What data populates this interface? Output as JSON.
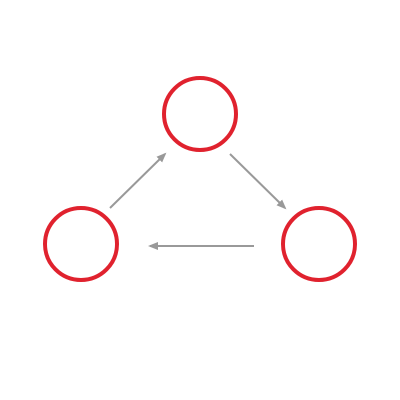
{
  "diagram": {
    "colors": {
      "background": "#ffffff",
      "node_stroke": "#e0222e",
      "edge_stroke": "#999999"
    },
    "nodes": [
      {
        "id": "top",
        "label": ""
      },
      {
        "id": "right",
        "label": ""
      },
      {
        "id": "left",
        "label": ""
      }
    ],
    "edges": [
      {
        "from": "top",
        "to": "right"
      },
      {
        "from": "right",
        "to": "left"
      },
      {
        "from": "left",
        "to": "top"
      }
    ]
  }
}
